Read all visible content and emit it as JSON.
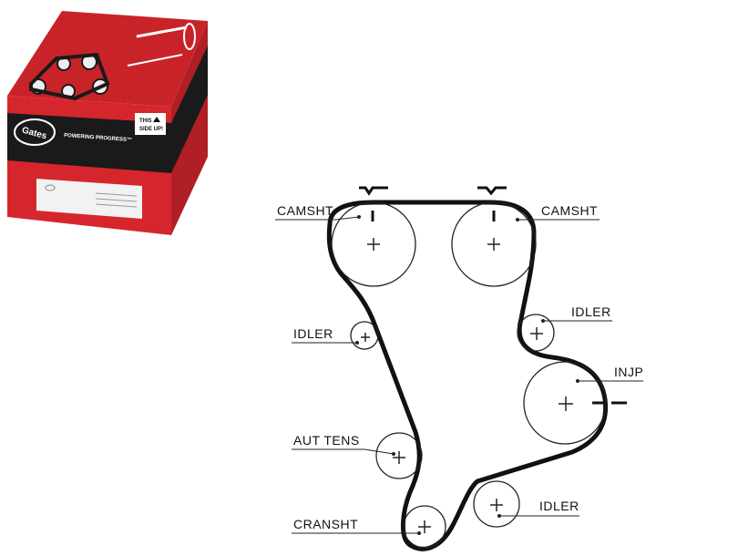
{
  "colors": {
    "belt": "#111111",
    "pulley_stroke": "#222222",
    "box_red": "#d6262d",
    "box_red_dark": "#a81d23",
    "box_black": "#1a1a1a",
    "box_white": "#f2f2f2"
  },
  "product_box": {
    "brand": "Gates",
    "slogan": "POWERING PROGRESS™",
    "orientation_line1": "THIS",
    "orientation_line2": "SIDE UP!"
  },
  "diagram": {
    "labels": {
      "camshaft_left": "CAMSHT",
      "camshaft_right": "CAMSHT",
      "idler_left": "IDLER",
      "idler_upper_right": "IDLER",
      "injection_pump": "INJP",
      "auto_tensioner": "AUT TENS",
      "crankshaft": "CRANSHT",
      "idler_lower_right": "IDLER"
    },
    "icons": {
      "timing_mark": "timing-mark-icon",
      "pulley_center": "cross-icon"
    }
  }
}
